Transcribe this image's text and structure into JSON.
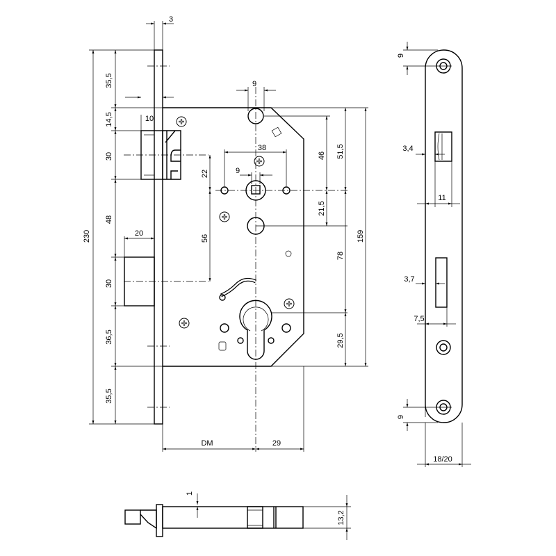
{
  "front_view": {
    "dims": {
      "faceplate_thickness": "3",
      "top_offset": "35,5",
      "body_to_latch": "14,5",
      "latch_projection": "10",
      "latch_height": "30",
      "latch_to_bolt": "48",
      "bolt_projection": "20",
      "bolt_height": "30",
      "overall_height": "230",
      "bolt_to_body_bottom": "36,5",
      "bottom_offset": "35,5",
      "top_hole": "9",
      "handle_hole_spacing": "38",
      "follower_square": "9",
      "latch_to_follower": "22",
      "follower_to_bolt": "56",
      "follower_to_top": "46",
      "follower_to_body_top": "51,5",
      "follower_to_hole": "21,5",
      "follower_to_cylinder": "78",
      "body_height": "159",
      "cylinder_to_bottom": "29,5",
      "backset": "DM",
      "cylinder_to_back": "29"
    }
  },
  "side_view": {
    "dims": {
      "top_screw": "9",
      "latch_slot_offset": "3,4",
      "latch_slot_width": "11",
      "bolt_slot_offset": "3,7",
      "bolt_slot_width": "7,5",
      "bottom_screw": "9",
      "plate_width": "18/20"
    }
  },
  "bottom_view": {
    "dims": {
      "plate_step": "1",
      "body_thickness": "13,2"
    }
  }
}
